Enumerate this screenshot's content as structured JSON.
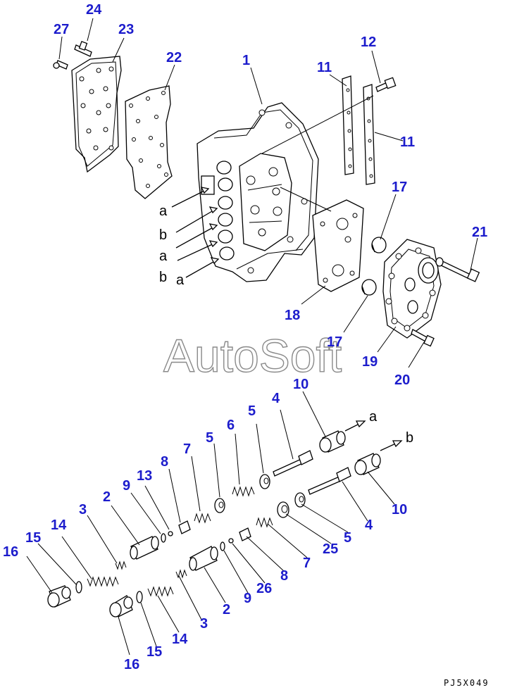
{
  "watermark": "AutoSoft",
  "drawing_code": "PJ5X049",
  "callouts": {
    "c1": "1",
    "c2a": "2",
    "c2b": "2",
    "c3a": "3",
    "c3b": "3",
    "c4a": "4",
    "c4b": "4",
    "c5a": "5",
    "c5b": "5",
    "c5c": "5",
    "c6": "6",
    "c7a": "7",
    "c7b": "7",
    "c8a": "8",
    "c8b": "8",
    "c9a": "9",
    "c9b": "9",
    "c10a": "10",
    "c10b": "10",
    "c11a": "11",
    "c11b": "11",
    "c12": "12",
    "c13": "13",
    "c14a": "14",
    "c14b": "14",
    "c15a": "15",
    "c15b": "15",
    "c16a": "16",
    "c16b": "16",
    "c17a": "17",
    "c17b": "17",
    "c18": "18",
    "c19": "19",
    "c20": "20",
    "c21": "21",
    "c22": "22",
    "c23": "23",
    "c24": "24",
    "c25": "25",
    "c26": "26",
    "c27": "27"
  },
  "port_labels": {
    "p1": "a",
    "p2": "b",
    "p3": "a",
    "p4": "b",
    "p5": "a",
    "out_a": "a",
    "out_b": "b"
  }
}
